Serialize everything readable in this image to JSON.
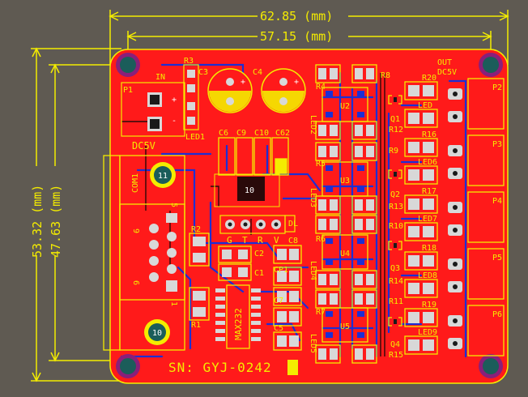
{
  "dimensions": {
    "outer_width": "62.85 (mm)",
    "inner_width": "57.15 (mm)",
    "outer_height": "53.32 (mm)",
    "inner_height": "47.63 (mm)"
  },
  "labels": {
    "in": "IN",
    "out": "OUT",
    "dc5v_in": "DC5V",
    "dc5v_out": "DC5V",
    "p1": "P1",
    "com1": "COM1",
    "serial_number": "SN:  GYJ-0242",
    "max232": "MAX232",
    "hole_10_a": "10",
    "hole_10_b": "10",
    "hole_11": "11",
    "pin5": "5",
    "pin9": "9",
    "pin6": "6",
    "pin1": "1",
    "g": "G",
    "t": "T",
    "r": "R",
    "v": "V",
    "dl": "DL"
  },
  "components": {
    "r3": "R3",
    "c3": "C3",
    "c4": "C4",
    "led1": "LED1",
    "c6": "C6",
    "c9": "C9",
    "c10": "C10",
    "c62": "C62",
    "r2": "R2",
    "r1": "R1",
    "c1": "C1",
    "c2": "C2",
    "c8": "C8",
    "cp1": "CP1",
    "c7": "C7",
    "c5": "C5",
    "r4": "R4",
    "r8": "R8",
    "u2": "U2",
    "u3": "U3",
    "u4": "U4",
    "u5": "U5",
    "led2": "LED2",
    "led3": "LED3",
    "led4": "LED4",
    "led5": "LED5",
    "r5": "R5",
    "r6": "R6",
    "r7": "R7",
    "r9": "R9",
    "r10": "R10",
    "r11": "R11",
    "r12": "R12",
    "r13": "R13",
    "r14": "R14",
    "r15": "R15",
    "q1": "Q1",
    "q2": "Q2",
    "q3": "Q3",
    "q4": "Q4"
  },
  "outputs": [
    {
      "port": "P2",
      "resistor": "R20",
      "led": "LED"
    },
    {
      "port": "P3",
      "resistor": "R16",
      "led": "LED6"
    },
    {
      "port": "P4",
      "resistor": "R17",
      "led": "LED7"
    },
    {
      "port": "P5",
      "resistor": "R18",
      "led": "LED8"
    },
    {
      "port": "P6",
      "resistor": "R19",
      "led": "LED9"
    }
  ],
  "colors": {
    "background": "#5f5a52",
    "board": "#ff1a1a",
    "silkscreen": "#f4ec00",
    "trace_blue": "#1c2fd4",
    "mounting_hole": "#8a1f7a",
    "pad": "#d8d8d8",
    "dark_fill": "#1a1a1a"
  }
}
